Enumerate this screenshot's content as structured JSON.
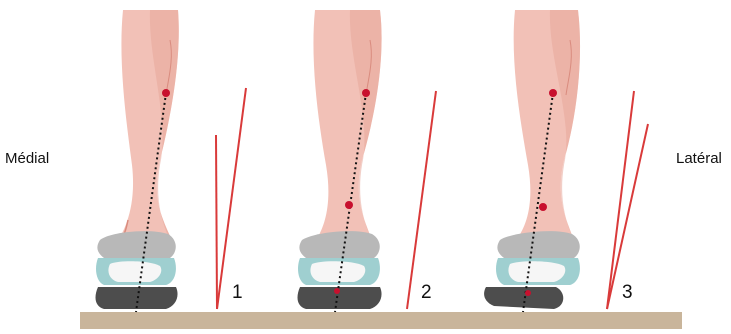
{
  "labels": {
    "left": "Médial",
    "right": "Latéral"
  },
  "panels": [
    {
      "number": "1"
    },
    {
      "number": "2"
    },
    {
      "number": "3"
    }
  ],
  "colors": {
    "skin": "#f2c1b7",
    "skin_shadow": "#e2998c",
    "ground": "#c9b59b",
    "red_line": "#d93a3a",
    "shoe_gray": "#b8b8b8",
    "shoe_teal": "#9fcfd0",
    "sole_dark": "#4d4d4d"
  }
}
